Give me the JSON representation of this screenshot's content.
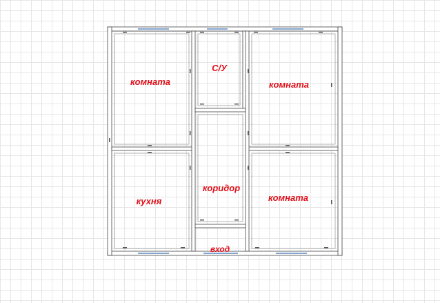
{
  "colors": {
    "wall_fill": "#ffffff",
    "wall_stroke": "#444444",
    "label": "#e0101a",
    "grid": "#e6e6e6",
    "opening_tag": "#3a6fb0"
  },
  "rooms": [
    {
      "id": "room-top-left",
      "label": "комната"
    },
    {
      "id": "bathroom",
      "label": "С/У"
    },
    {
      "id": "room-top-right",
      "label": "комната"
    },
    {
      "id": "kitchen",
      "label": "кухня"
    },
    {
      "id": "corridor",
      "label": "коридор"
    },
    {
      "id": "room-bottom-right",
      "label": "комната"
    },
    {
      "id": "entrance",
      "label": "вход"
    }
  ]
}
